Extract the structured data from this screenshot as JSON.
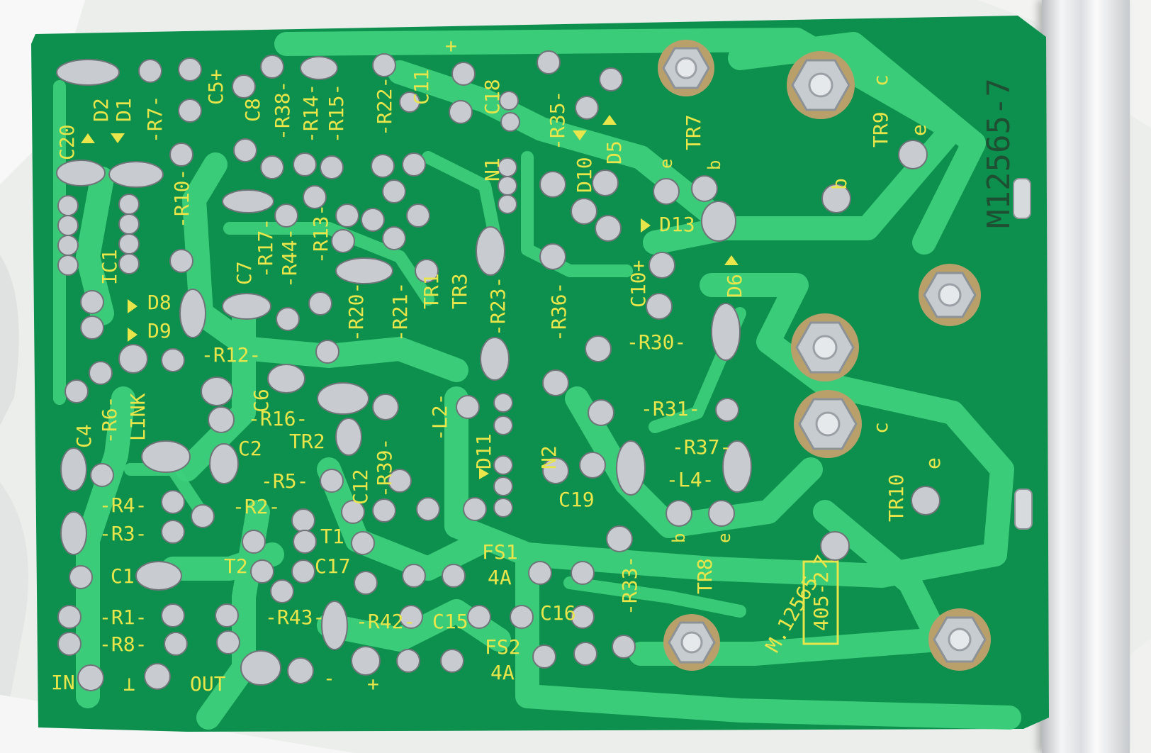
{
  "photo": {
    "subject_colors": {
      "board": "#0f9a52",
      "trace": "#3fd07d",
      "silkscreen": "#e8e64a",
      "solder": "#c9ccd0",
      "cloth": "#eef0ee"
    }
  },
  "board": {
    "part_number": "M12565-7",
    "part_number_rotated": "M.12565.7",
    "inner_box_label": "405-2",
    "labels": {
      "c20": "C20",
      "d2": "D2",
      "d1": "D1",
      "r7": "-R7-",
      "c5": "C5+",
      "c8": "C8",
      "r38": "-R38-",
      "r14": "-R14-",
      "r15": "-R15-",
      "r22": "-R22-",
      "c11": "C11",
      "c18": "C18",
      "plus1": "+",
      "r35": "-R35-",
      "d10": "D10",
      "d5": "D5",
      "tr7": "TR7",
      "tr9": "TR9",
      "c_tr9": "c",
      "e_tr9": "e",
      "b_tr9": "b",
      "n1": "N1",
      "r10": "-R10-",
      "r17": "-R17-",
      "r44": "-R44-",
      "r13": "-R13-",
      "c7": "C7",
      "d13": "D13",
      "c10": "C10+",
      "d6": "D6",
      "e1": "e",
      "b1": "b",
      "tr1": "TR1",
      "tr3": "TR3",
      "r23": "-R23-",
      "r36": "-R36-",
      "r20": "-R20-",
      "r21": "-R21-",
      "d8": "D8",
      "d9": "D9",
      "ic1": "IC1",
      "r12": "-R12-",
      "r30": "-R30-",
      "link": "LINK",
      "r6": "-R6-",
      "c4": "C4",
      "c6": "C6",
      "r16": "-R16-",
      "tr2": "TR2",
      "r39": "-R39-",
      "l2": "-L2-",
      "d11": "D11",
      "n2": "N2",
      "r31": "-R31-",
      "r37": "-R37-",
      "l4": "-L4-",
      "c_tr10": "c",
      "tr10": "TR10",
      "e_tr10": "e",
      "c2": "C2",
      "r5": "-R5-",
      "c12": "C12",
      "c19": "C19",
      "r4": "-R4-",
      "r2": "-R2-",
      "r3": "-R3-",
      "t1": "T1",
      "c17": "C17",
      "t2": "T2",
      "c1": "C1",
      "fs1": "FS1",
      "fs1a": "4A",
      "r33": "-R33-",
      "tr8": "TR8",
      "b_tr8": "b",
      "e_tr8": "e",
      "r1": "-R1-",
      "r43": "-R43-",
      "r42": "-R42-",
      "c15": "C15",
      "c16": "C16",
      "r8": "-R8-",
      "fs2": "FS2",
      "fs2a": "4A",
      "in": "IN",
      "gnd": "⊥",
      "out": "OUT",
      "minus": "-",
      "plus2": "+"
    }
  }
}
